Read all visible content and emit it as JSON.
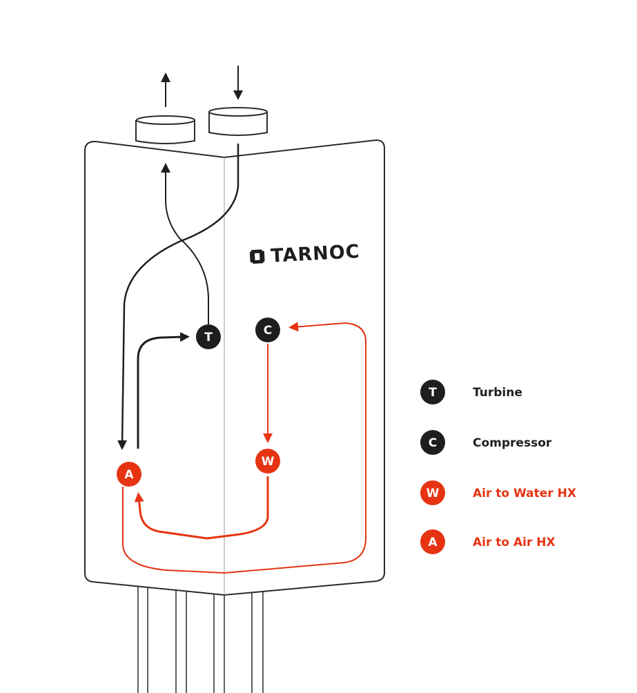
{
  "logo": {
    "text": "TARNOC"
  },
  "nodes": {
    "turbine": "T",
    "compressor": "C",
    "air_to_water": "W",
    "air_to_air": "A"
  },
  "legend": [
    {
      "badge": "T",
      "label": "Turbine",
      "color": "#1e1e1e"
    },
    {
      "badge": "C",
      "label": "Compressor",
      "color": "#1e1e1e"
    },
    {
      "badge": "W",
      "label": "Air to Water HX",
      "color": "#e63312"
    },
    {
      "badge": "A",
      "label": "Air to Air HX",
      "color": "#e63312"
    }
  ],
  "colors": {
    "black": "#1e1e1e",
    "red": "#e63312",
    "outline": "#2a2a2a"
  }
}
